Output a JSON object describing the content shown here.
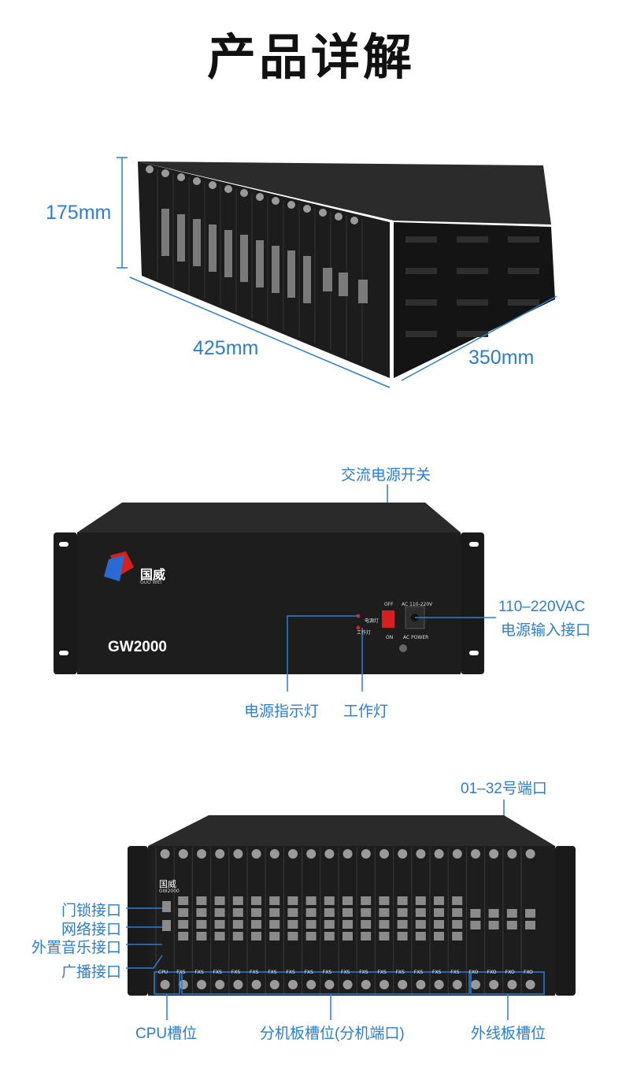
{
  "title": "产品详解",
  "dimensions": {
    "height": "175mm",
    "width": "425mm",
    "depth": "350mm"
  },
  "front_panel": {
    "brand_name": "国威",
    "brand_sub": "GUO WEI",
    "model": "GW2000",
    "switch_off": "OFF",
    "switch_on": "ON",
    "ac_range": "AC 110-220V",
    "ac_power": "AC POWER",
    "led_power": "电源灯",
    "led_work": "工作灯",
    "callouts": {
      "ac_switch": "交流电源开关",
      "ac_input_line1": "110–220VAC",
      "ac_input_line2": "电源输入接口",
      "power_indicator": "电源指示灯",
      "work_light": "工作灯"
    }
  },
  "rear_panel": {
    "callouts": {
      "ports": "01–32号端口",
      "door_lock": "门锁接口",
      "network": "网络接口",
      "ext_music": "外置音乐接口",
      "broadcast": "广播接口",
      "cpu_slot": "CPU槽位",
      "ext_board_slot": "分机板槽位(分机端口)",
      "trunk_board_slot": "外线板槽位"
    },
    "slot_labels": [
      "CPU",
      "FXS",
      "FXS",
      "FXS",
      "FXS",
      "FXS",
      "FXS",
      "FXS",
      "FXS",
      "FXS",
      "FXS",
      "FXS",
      "FXS",
      "FXS",
      "FXS",
      "FXS",
      "FXS",
      "FXO",
      "FXO",
      "FXO",
      "FXO"
    ],
    "cpu_model": "GW2000"
  },
  "colors": {
    "accent": "#2a7fd4",
    "chassis": "#1d1d1d",
    "switch_red": "#d62020"
  }
}
